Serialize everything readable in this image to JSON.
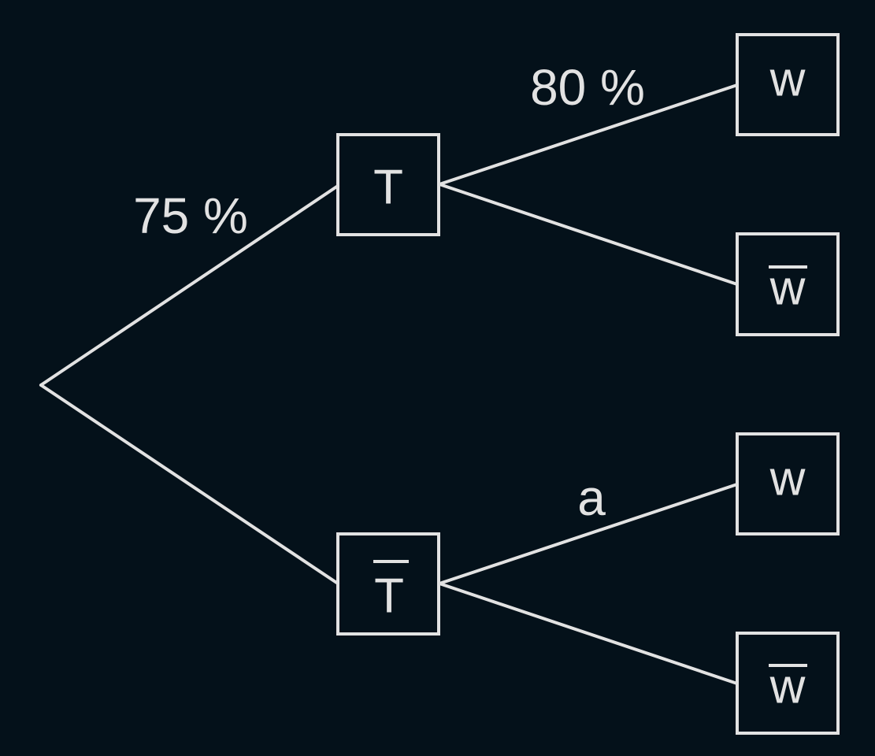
{
  "colors": {
    "background": "#04111a",
    "foreground": "#e2e2e2"
  },
  "nodes": {
    "t": {
      "label": "T",
      "overline": false
    },
    "t_bar": {
      "label": "T",
      "overline": true
    },
    "w_top": {
      "label": "w",
      "overline": false
    },
    "w_bar_top": {
      "label": "w",
      "overline": true
    },
    "w_bottom": {
      "label": "w",
      "overline": false
    },
    "w_bar_bottom": {
      "label": "w",
      "overline": true
    }
  },
  "edge_labels": {
    "root_to_t": "75 %",
    "t_to_w": "80 %",
    "t_bar_to_w": "a"
  }
}
